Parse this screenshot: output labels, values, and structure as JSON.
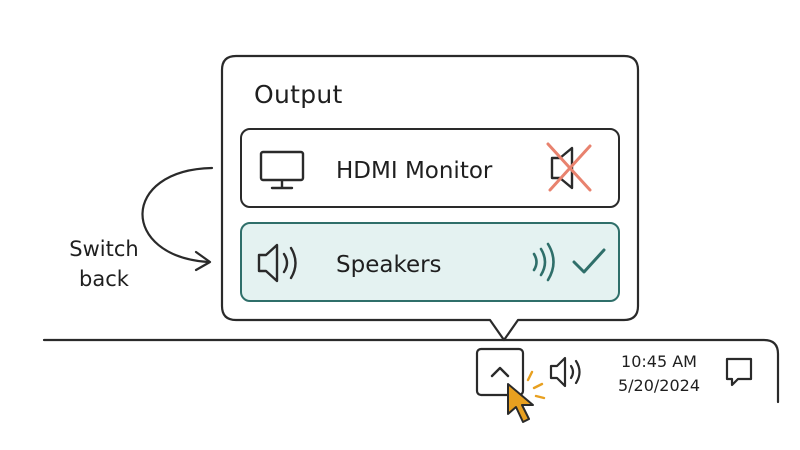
{
  "popup": {
    "title": "Output",
    "devices": [
      {
        "label": "HDMI Monitor",
        "icon": "monitor-icon",
        "status_icon": "muted-speaker-icon",
        "selected": false
      },
      {
        "label": "Speakers",
        "icon": "speaker-icon",
        "status_icon": "sound-waves-icon",
        "selected": true
      }
    ]
  },
  "annotation": {
    "line1": "Switch",
    "line2": "back"
  },
  "taskbar": {
    "time": "10:45 AM",
    "date": "5/20/2024",
    "icons": [
      "chevron-up-icon",
      "volume-icon",
      "notification-icon"
    ]
  },
  "colors": {
    "accent": "#2f6f6a",
    "selected_bg": "#e4f2f1",
    "mute_cross": "#e8826e",
    "cursor": "#e8a020",
    "outline": "#2a2a2a"
  }
}
